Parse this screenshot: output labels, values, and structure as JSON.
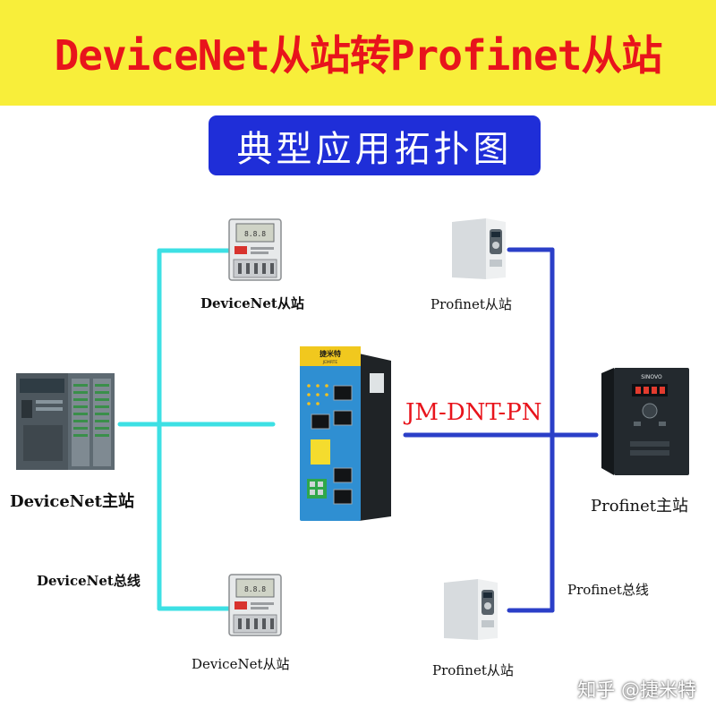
{
  "header": {
    "title": "DeviceNet从站转Profinet从站"
  },
  "subtitle": "典型应用拓扑图",
  "labels": {
    "devicenet_slave_top": "DeviceNet从站",
    "devicenet_slave_bottom": "DeviceNet从站",
    "devicenet_master": "DeviceNet主站",
    "devicenet_bus": "DeviceNet总线",
    "profinet_slave_top": "Profinet从站",
    "profinet_slave_bottom": "Profinet从站",
    "profinet_master": "Profinet主站",
    "profinet_bus": "Profinet总线",
    "gateway_model": "JM-DNT-PN"
  },
  "gateway": {
    "brand": "捷米特",
    "brand_en": "JEMRTE"
  },
  "inverter": {
    "brand": "SINOVO"
  },
  "watermark": "知乎 @捷米特",
  "colors": {
    "banner_bg": "#f8ee3a",
    "banner_text": "#e8141c",
    "subtitle_bg": "#1f2ed8",
    "devicenet_wire": "#3de0e4",
    "profinet_wire": "#2b3fc8",
    "model_text": "#e8141c"
  }
}
